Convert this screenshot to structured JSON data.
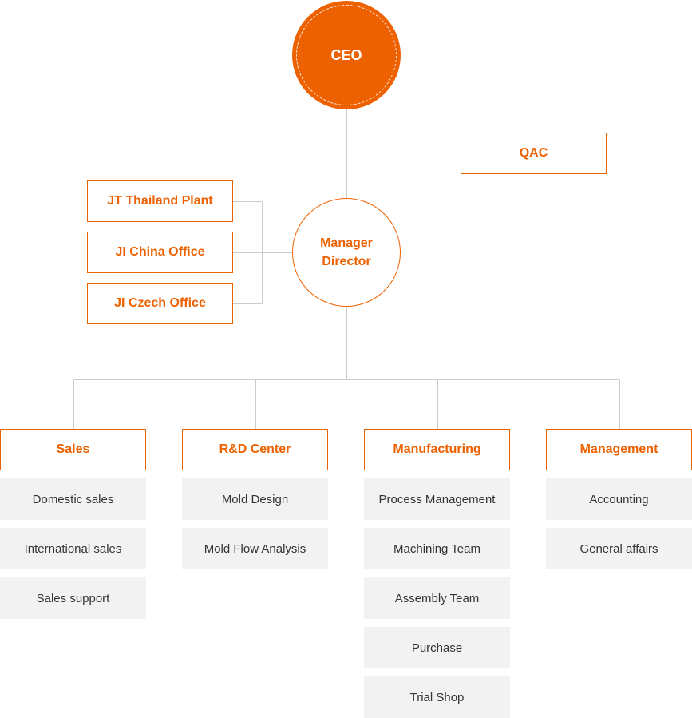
{
  "ceo": {
    "label": "CEO"
  },
  "qac": {
    "label": "QAC"
  },
  "manager": {
    "line1": "Manager",
    "line2": "Director"
  },
  "offices": [
    {
      "label": "JT Thailand Plant"
    },
    {
      "label": "JI China Office"
    },
    {
      "label": "JI Czech Office"
    }
  ],
  "departments": [
    {
      "label": "Sales",
      "subs": [
        "Domestic sales",
        "International sales",
        "Sales support"
      ]
    },
    {
      "label": "R&D Center",
      "subs": [
        "Mold Design",
        "Mold Flow Analysis"
      ]
    },
    {
      "label": "Manufacturing",
      "subs": [
        "Process Management",
        "Machining Team",
        "Assembly Team",
        "Purchase",
        "Trial Shop"
      ]
    },
    {
      "label": "Management",
      "subs": [
        "Accounting",
        "General affairs"
      ]
    }
  ],
  "colors": {
    "accent": "#ed6100",
    "line": "#cccccc",
    "sub_bg": "#f2f2f2",
    "sub_text": "#333333"
  }
}
